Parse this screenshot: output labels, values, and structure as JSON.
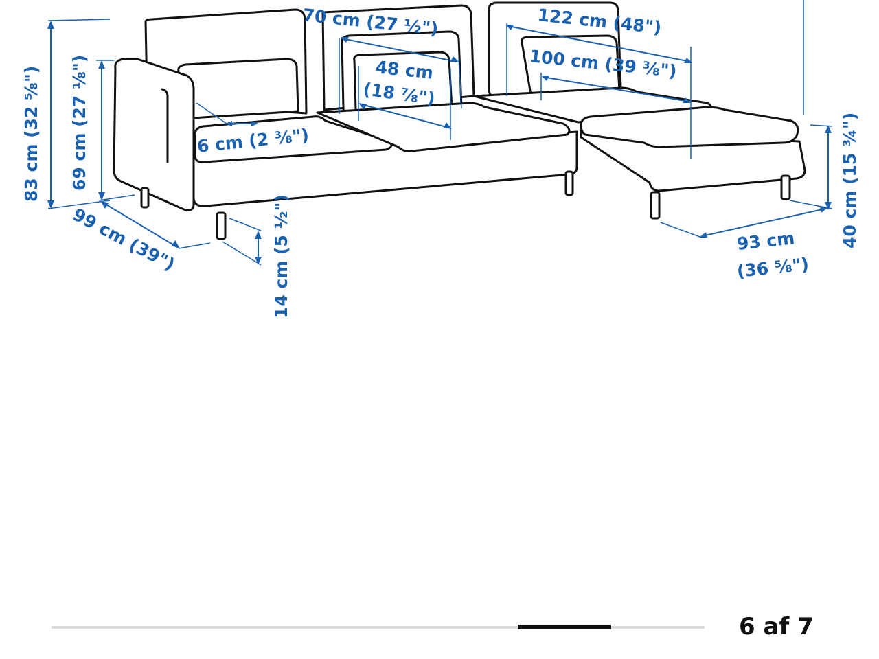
{
  "diagram": {
    "labels": {
      "total_height": "83 cm (32 ⅝\")",
      "seat_height_back": "69 cm (27 ⅛\")",
      "depth": "99 cm (39\")",
      "leg_height": "14 cm (5 ½\")",
      "armrest_width": "6 cm (2 ⅜\")",
      "seat_width_outer": "70 cm (27 ½\")",
      "seat_width_inner_a": "48 cm",
      "seat_width_inner_b": "(18 ⅞\")",
      "chaise_length": "122 cm (48\")",
      "chaise_inner": "100 cm (39 ⅜\")",
      "seat_height": "40 cm (15 ¾\")",
      "chaise_width_a": "93 cm",
      "chaise_width_b": "(36 ⅝\")"
    },
    "colors": {
      "dimension": "#1a62b0",
      "outline": "#111111"
    }
  },
  "pager": {
    "current": 6,
    "total": 7,
    "label": "6 af 7"
  }
}
